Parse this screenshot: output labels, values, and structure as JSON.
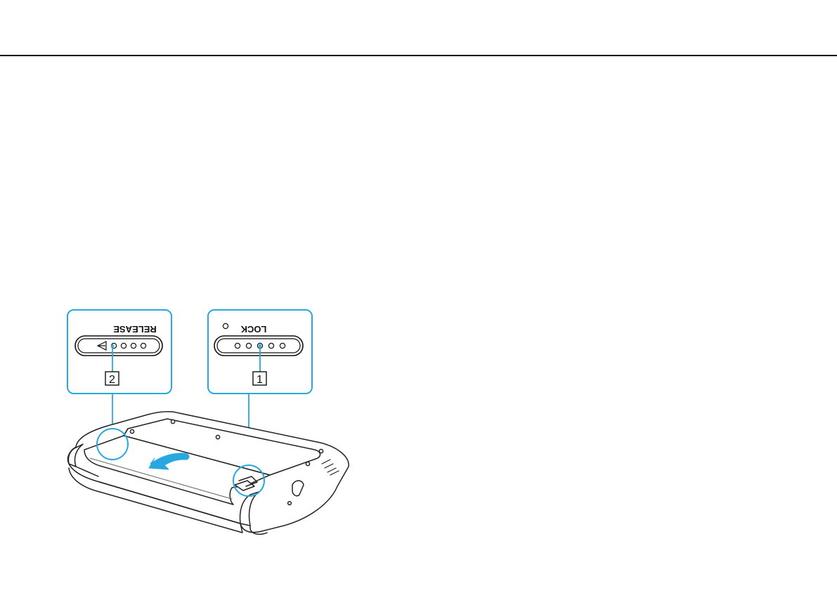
{
  "illustration": {
    "release_label": "RELEASE",
    "lock_label": "LOCK",
    "callout_1": "1",
    "callout_2": "2",
    "accent_color": "#29a8e0"
  }
}
